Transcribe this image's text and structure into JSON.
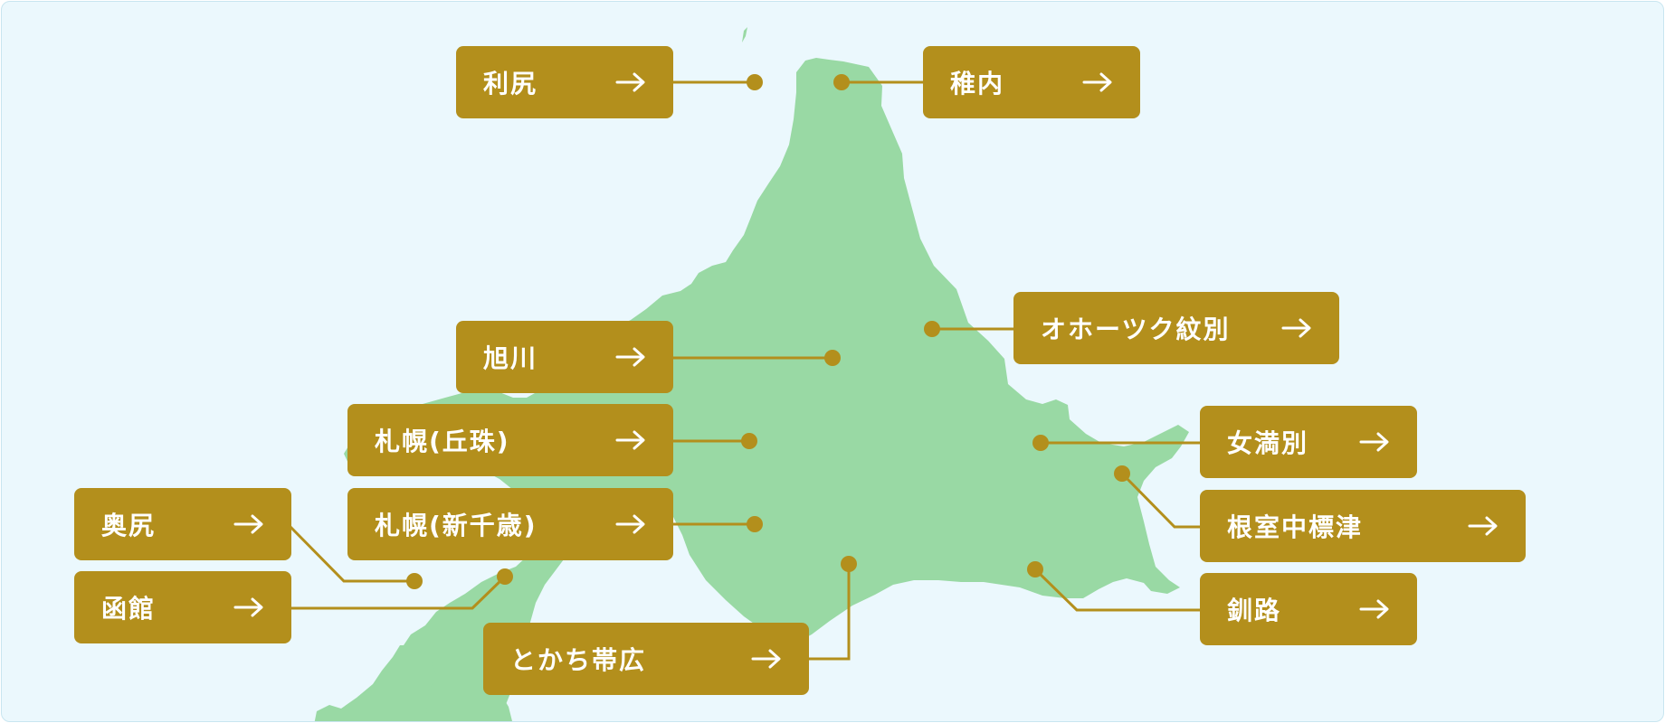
{
  "map": {
    "accent_color": "#b38f1c",
    "land_color": "#99d9a4",
    "sea_color": "#ebf8fd",
    "arrow_icon": "arrow-right-icon",
    "airports": [
      {
        "id": "rishiri",
        "label": "利尻"
      },
      {
        "id": "wakkanai",
        "label": "稚内"
      },
      {
        "id": "okhotsk-monbetsu",
        "label": "オホーツク紋別"
      },
      {
        "id": "asahikawa",
        "label": "旭川"
      },
      {
        "id": "sapporo-okadama",
        "label": "札幌(丘珠)"
      },
      {
        "id": "memanbetsu",
        "label": "女満別"
      },
      {
        "id": "okushiri",
        "label": "奥尻"
      },
      {
        "id": "new-chitose",
        "label": "札幌(新千歳)"
      },
      {
        "id": "nakashibetsu",
        "label": "根室中標津"
      },
      {
        "id": "hakodate",
        "label": "函館"
      },
      {
        "id": "kushiro",
        "label": "釧路"
      },
      {
        "id": "tokachi-obihiro",
        "label": "とかち帯広"
      }
    ]
  }
}
